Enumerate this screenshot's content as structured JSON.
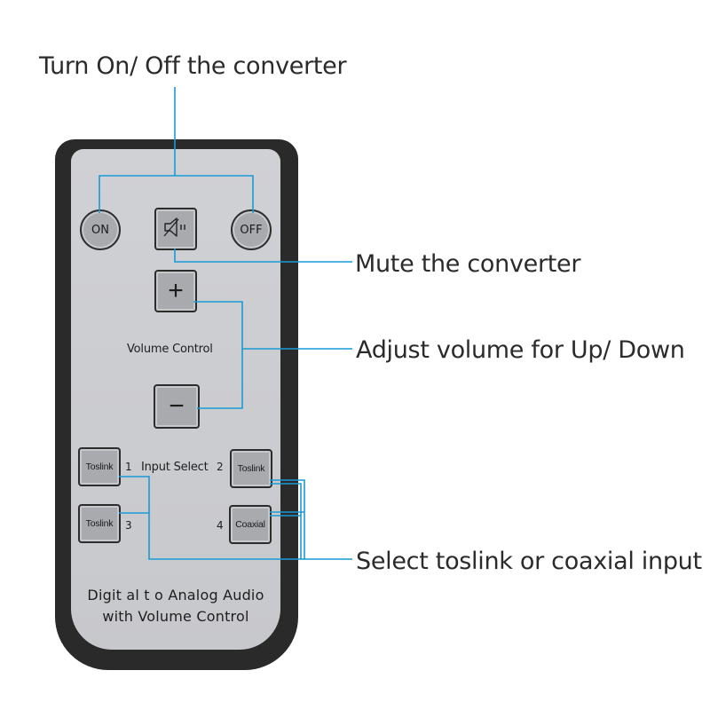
{
  "callouts": {
    "power": "Turn On/ Off the converter",
    "mute": "Mute the converter",
    "volume": "Adjust volume for Up/ Down",
    "input": "Select toslink or coaxial input"
  },
  "remote": {
    "on_label": "ON",
    "off_label": "OFF",
    "mute_icon": "speaker-mute-icon",
    "plus_label": "+",
    "minus_label": "−",
    "volume_label": "Volume Control",
    "input_select_label": "Input Select",
    "inputs": [
      {
        "number": "1",
        "label": "Toslink"
      },
      {
        "number": "2",
        "label": "Toslink"
      },
      {
        "number": "3",
        "label": "Toslink"
      },
      {
        "number": "4",
        "label": "Coaxial"
      }
    ],
    "brand_line1": "Digit al t o Analog  Audio",
    "brand_line2": "with Volume Control"
  },
  "colors": {
    "leader_line": "#1a9ad6",
    "remote_body": "#2a2a2a",
    "remote_face": "#cbccd0",
    "button": "#a9aaae"
  }
}
